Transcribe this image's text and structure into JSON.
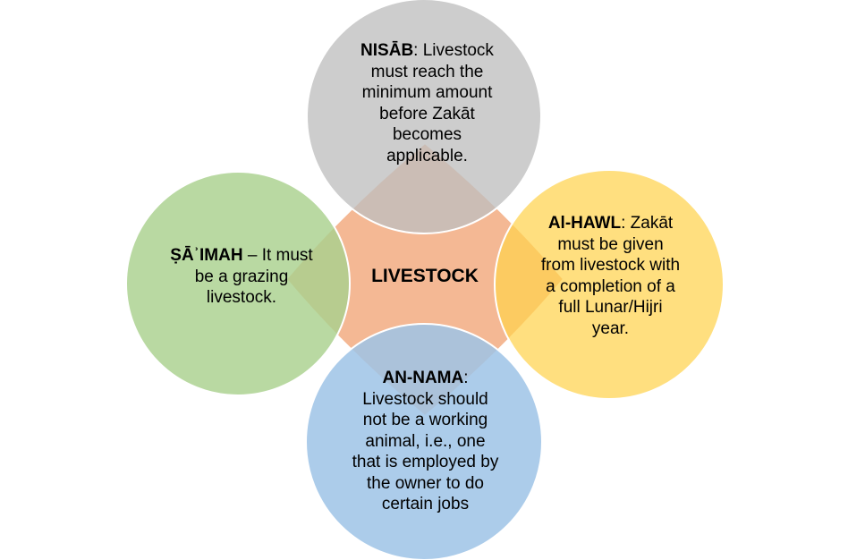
{
  "diagram": {
    "center": {
      "label": "LIVESTOCK",
      "color": "#F4B894"
    },
    "nodes": [
      {
        "id": "top",
        "title": "NISĀB",
        "separator": ":",
        "body": "Livestock must reach the minimum amount before Zakāt becomes applicable.",
        "lines": [
          "Livestock",
          "must reach the",
          "minimum amount",
          "before Zakāt",
          "becomes",
          "applicable."
        ],
        "color": "#C8C8C8"
      },
      {
        "id": "right",
        "title": "Al-HAWL",
        "separator": ":",
        "body": "Zakāt must be given from livestock with a completion of a full Lunar/Hijri year.",
        "lines": [
          "Zakāt",
          "must be given",
          "from livestock with",
          "a completion of a",
          "full Lunar/Hijri",
          "year."
        ],
        "color": "#FFD966"
      },
      {
        "id": "left",
        "title": "ṢĀʾIMAH",
        "separator": " –",
        "body": "It must be a grazing livestock.",
        "lines": [
          "It must",
          "be a grazing",
          "livestock."
        ],
        "color": "#A9D18E"
      },
      {
        "id": "bottom",
        "title": "AN-NAMA",
        "separator": ":",
        "body": "Livestock should not be a working animal, i.e., one that is employed by the owner to do certain jobs",
        "lines": [
          "Livestock should",
          "not be a working",
          "animal, i.e., one",
          "that is employed by",
          "the owner to do",
          "certain jobs"
        ],
        "color": "#9DC3E6"
      }
    ]
  }
}
